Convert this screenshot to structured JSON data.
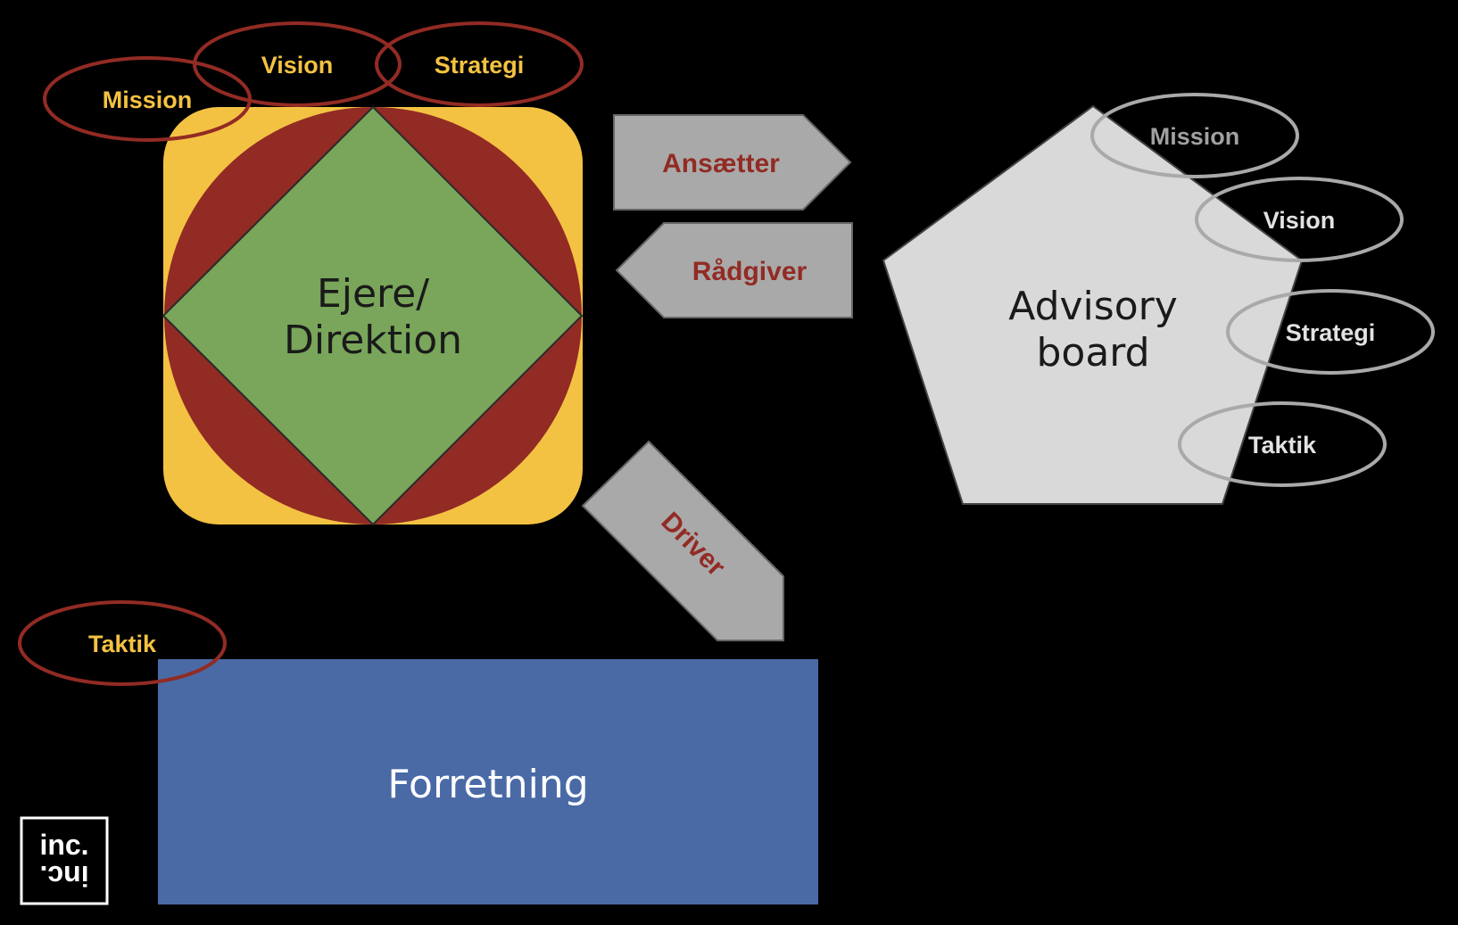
{
  "colors": {
    "background": "#000000",
    "owner_yellow": "#f4c243",
    "owner_red": "#922b24",
    "owner_green": "#79a65a",
    "arrow_gray": "#a9a9a9",
    "arrow_text_red": "#922b24",
    "pentagon_gray": "#d9d9d9",
    "business_blue": "#4a6aa6",
    "ellipse_red": "#922b24",
    "ellipse_gray": "#a9a9a9",
    "label_yellow": "#f4c243",
    "label_light": "#e2e2e2"
  },
  "owners": {
    "line1": "Ejere/",
    "line2": "Direktion",
    "tags": [
      "Mission",
      "Vision",
      "Strategi"
    ]
  },
  "advisory": {
    "line1": "Advisory",
    "line2": "board",
    "tags": [
      "Mission",
      "Vision",
      "Strategi",
      "Taktik"
    ]
  },
  "arrows": {
    "hires": "Ansætter",
    "advises": "Rådgiver",
    "drives": "Driver"
  },
  "business": {
    "label": "Forretning",
    "tag": "Taktik"
  },
  "logo": {
    "top": "inc.",
    "bottom": "inc.",
    "icon": "inc-logo-icon"
  }
}
